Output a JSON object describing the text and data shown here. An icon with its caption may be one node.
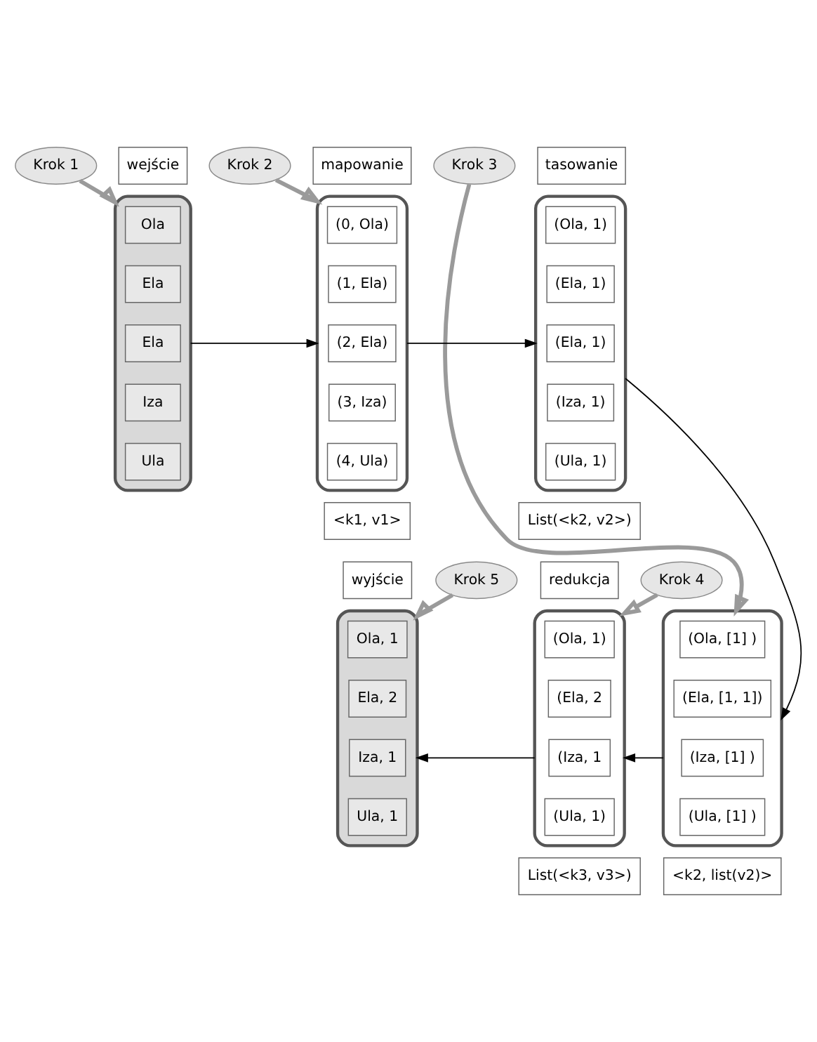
{
  "diagram": {
    "nodes": [
      {
        "text": [
          "Krok 1"
        ]
      },
      {
        "text": [
          "wejście"
        ]
      },
      {
        "text": [
          "Krok 2"
        ]
      },
      {
        "text": [
          "mapowanie"
        ]
      },
      {
        "text": [
          "Krok 3"
        ]
      },
      {
        "text": [
          "tasowanie"
        ]
      },
      {
        "text": [],
        "shape": "box"
      },
      {
        "text": [
          "Ola"
        ],
        "in": 6
      },
      {
        "text": [
          "Ela"
        ],
        "in": 6
      },
      {
        "text": [
          "Ela"
        ],
        "in": 6
      },
      {
        "text": [
          "Iza"
        ],
        "in": 6
      },
      {
        "text": [
          "Ula"
        ],
        "in": 6
      },
      {
        "text": [],
        "shape": "box"
      },
      {
        "text": [
          "(0, Ola)"
        ],
        "in": 12
      },
      {
        "text": [
          "(1, Ela)"
        ],
        "in": 12
      },
      {
        "text": [
          "(2, Ela)"
        ],
        "in": 12
      },
      {
        "text": [
          "(3, Iza)"
        ],
        "in": 12
      },
      {
        "text": [
          "(4, Ula)"
        ],
        "in": 12
      },
      {
        "text": [],
        "shape": "box"
      },
      {
        "text": [
          "(Ola, 1)"
        ],
        "in": 18
      },
      {
        "text": [
          "(Ela, 1)"
        ],
        "in": 18
      },
      {
        "text": [
          "(Ela, 1)"
        ],
        "in": 18
      },
      {
        "text": [
          "(Iza, 1)"
        ],
        "in": 18
      },
      {
        "text": [
          "(Ula, 1)"
        ],
        "in": 18
      },
      {
        "text": [
          "<k1, v1>"
        ]
      },
      {
        "text": [
          "List(<k2, v2>)"
        ]
      },
      {
        "text": [
          "Krok 5"
        ]
      },
      {
        "text": [
          "wyjście"
        ]
      },
      {
        "text": [
          "Krok 4"
        ]
      },
      {
        "text": [
          "redukcja"
        ]
      },
      {
        "text": [],
        "shape": "box"
      },
      {
        "text": [
          "Ola, 1"
        ],
        "in": 30
      },
      {
        "text": [
          "Ela, 2"
        ],
        "in": 30
      },
      {
        "text": [
          "Iza, 1"
        ],
        "in": 30
      },
      {
        "text": [
          "Ula, 1"
        ],
        "in": 30
      },
      {
        "text": [],
        "shape": "box"
      },
      {
        "text": [
          "(Ola, 1)"
        ],
        "in": 35
      },
      {
        "text": [
          "(Ela, 2"
        ],
        "in": 35
      },
      {
        "text": [
          "(Iza, 1"
        ],
        "in": 35
      },
      {
        "text": [
          "(Ula, 1)"
        ],
        "in": 35
      },
      {
        "text": [],
        "shape": "box"
      },
      {
        "text": [
          "(Ola, [1] )"
        ],
        "in": 40
      },
      {
        "text": [
          "(Ela, [1, 1])"
        ],
        "in": 40
      },
      {
        "text": [
          "(Iza, [1] )"
        ],
        "in": 40
      },
      {
        "text": [
          "(Ula, [1] )"
        ],
        "in": 40
      },
      {
        "text": [
          "List(<k3, v3>)"
        ]
      },
      {
        "text": [
          "<k2, list(v2)>"
        ]
      }
    ],
    "edges": [
      {
        "from": 0,
        "to": 6,
        "arrow": "to",
        "style": "thick",
        "color": "#9a9a9a"
      },
      {
        "from": 2,
        "to": 12,
        "arrow": "to",
        "style": "thick",
        "color": "#9a9a9a"
      },
      {
        "from": 4,
        "to": 40,
        "arrow": "to",
        "style": "thick",
        "color": "#9a9a9a"
      },
      {
        "from": 28,
        "to": 35,
        "arrow": "to",
        "style": "thick",
        "color": "#9a9a9a"
      },
      {
        "from": 26,
        "to": 30,
        "arrow": "to",
        "style": "thick",
        "color": "#9a9a9a"
      },
      {
        "from": 6,
        "to": 12,
        "arrow": "to",
        "color": "#000000"
      },
      {
        "from": 12,
        "to": 18,
        "arrow": "to",
        "color": "#000000"
      },
      {
        "from": 18,
        "to": 40,
        "arrow": "to",
        "color": "#000000"
      },
      {
        "from": 40,
        "to": 35,
        "arrow": "to",
        "color": "#000000"
      },
      {
        "from": 35,
        "to": 30,
        "arrow": "to",
        "color": "#000000"
      }
    ]
  }
}
